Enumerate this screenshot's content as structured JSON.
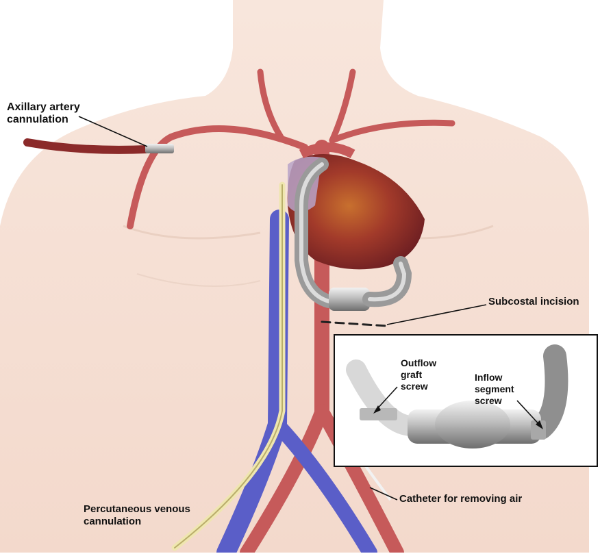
{
  "labels": {
    "axillary": "Axillary artery\ncannulation",
    "subcostal": "Subcostal incision",
    "outflow": "Outflow\ngraft\nscrew",
    "inflow": "Inflow\nsegment\nscrew",
    "venous": "Percutaneous venous\ncannulation",
    "catheter": "Catheter for removing air"
  },
  "colors": {
    "skin": "#f6e1d6",
    "artery": "#c65a5a",
    "vein": "#5a5ec8",
    "heart": "#9a2f2a",
    "device": "#b8b8b8",
    "cannula": "#efe6b0"
  }
}
